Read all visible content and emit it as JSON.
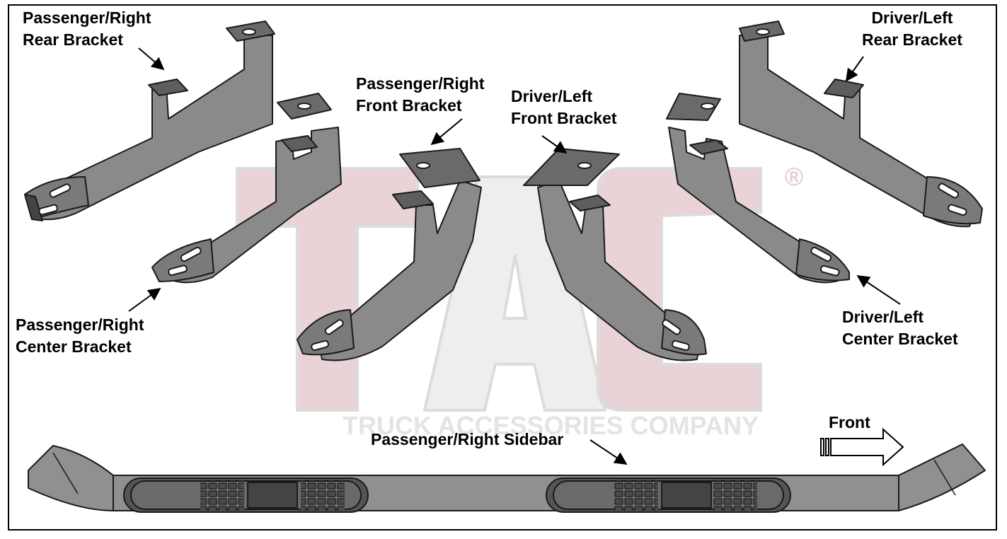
{
  "watermark": {
    "logo_text": "TAC",
    "company": "TRUCK ACCESSORIES COMPANY",
    "registered_mark": "®"
  },
  "labels": {
    "pr_rear": {
      "line1": "Passenger/Right",
      "line2": "Rear Bracket"
    },
    "pr_front": {
      "line1": "Passenger/Right",
      "line2": "Front Bracket"
    },
    "pr_center": {
      "line1": "Passenger/Right",
      "line2": "Center Bracket"
    },
    "dl_front": {
      "line1": "Driver/Left",
      "line2": "Front Bracket"
    },
    "dl_rear": {
      "line1": "Driver/Left",
      "line2": "Rear Bracket"
    },
    "dl_center": {
      "line1": "Driver/Left",
      "line2": "Center Bracket"
    },
    "sidebar": "Passenger/Right Sidebar",
    "front": "Front"
  },
  "colors": {
    "bracket_fill": "#8a8a8a",
    "bracket_shade": "#5e5e5e",
    "outline": "#1a1a1a",
    "watermark": "#e9d3d6",
    "watermark_text": "#e2e2e2",
    "sidebar_fill": "#909090",
    "pad_fill": "#3a3a3a"
  }
}
